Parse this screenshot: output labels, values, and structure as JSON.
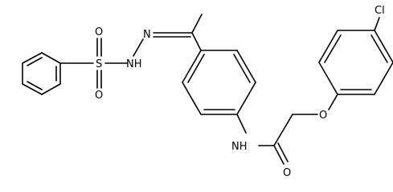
{
  "molecule": {
    "atoms": {
      "o_sulfonyl_top": "O",
      "s_sulfonyl": "S",
      "o_sulfonyl_bottom": "O",
      "n_hydrazone": "N",
      "nh_hydrazone": "NH",
      "nh_amide": "NH",
      "o_carbonyl": "O",
      "o_ether": "O",
      "cl": "Cl"
    }
  }
}
